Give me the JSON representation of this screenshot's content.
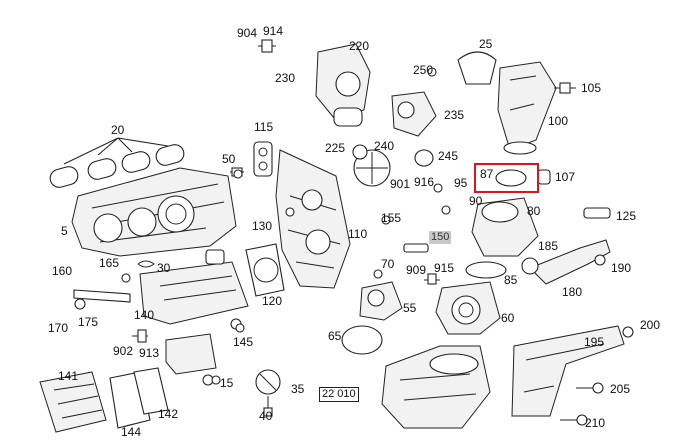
{
  "diagram": {
    "highlight_color": "#e0151b",
    "labels": {
      "p904": "904",
      "p914": "914",
      "p220": "220",
      "p25": "25",
      "p230": "230",
      "p250": "250",
      "p105": "105",
      "p235": "235",
      "p100": "100",
      "p20": "20",
      "p115": "115",
      "p225": "225",
      "p240": "240",
      "p245": "245",
      "p50": "50",
      "p87": "87",
      "p107": "107",
      "p901": "901",
      "p916": "916",
      "p95": "95",
      "p90": "90",
      "p80": "80",
      "p125": "125",
      "p5": "5",
      "p155": "155",
      "p130": "130",
      "p110": "110",
      "p150": "150",
      "p185": "185",
      "p160": "160",
      "p165": "165",
      "p30": "30",
      "p70": "70",
      "p909": "909",
      "p915": "915",
      "p85": "85",
      "p190": "190",
      "p180": "180",
      "p120": "120",
      "p55": "55",
      "p175": "175",
      "p170": "170",
      "p140": "140",
      "p60": "60",
      "p200": "200",
      "p145": "145",
      "p65": "65",
      "p902": "902",
      "p913": "913",
      "p195": "195",
      "p141": "141",
      "p15": "15",
      "p35": "35",
      "p22010": "22 010",
      "p205": "205",
      "p142": "142",
      "p40": "40",
      "p210": "210",
      "p144": "144"
    }
  }
}
